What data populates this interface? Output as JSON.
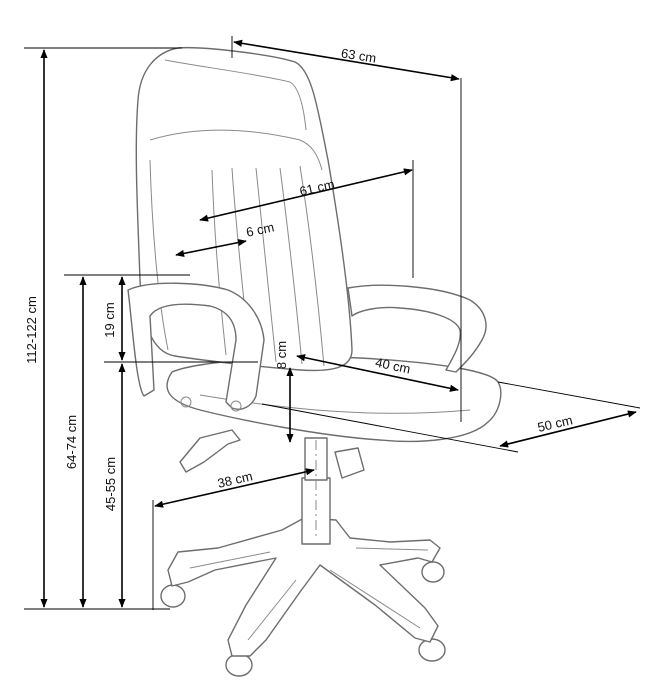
{
  "dimensions": [
    {
      "id": "total-height",
      "label": "112-122 cm"
    },
    {
      "id": "armrest-height",
      "label": "64-74 cm"
    },
    {
      "id": "seat-height",
      "label": "45-55 cm"
    },
    {
      "id": "armrest-above-seat",
      "label": "19 cm"
    },
    {
      "id": "total-width",
      "label": "63 cm"
    },
    {
      "id": "backrest-width",
      "label": "61 cm"
    },
    {
      "id": "stripe-width",
      "label": "6 cm"
    },
    {
      "id": "seat-depth",
      "label": "40 cm"
    },
    {
      "id": "seat-cushion",
      "label": "8 cm"
    },
    {
      "id": "total-depth",
      "label": "50 cm"
    },
    {
      "id": "base-radius",
      "label": "38 cm"
    }
  ]
}
